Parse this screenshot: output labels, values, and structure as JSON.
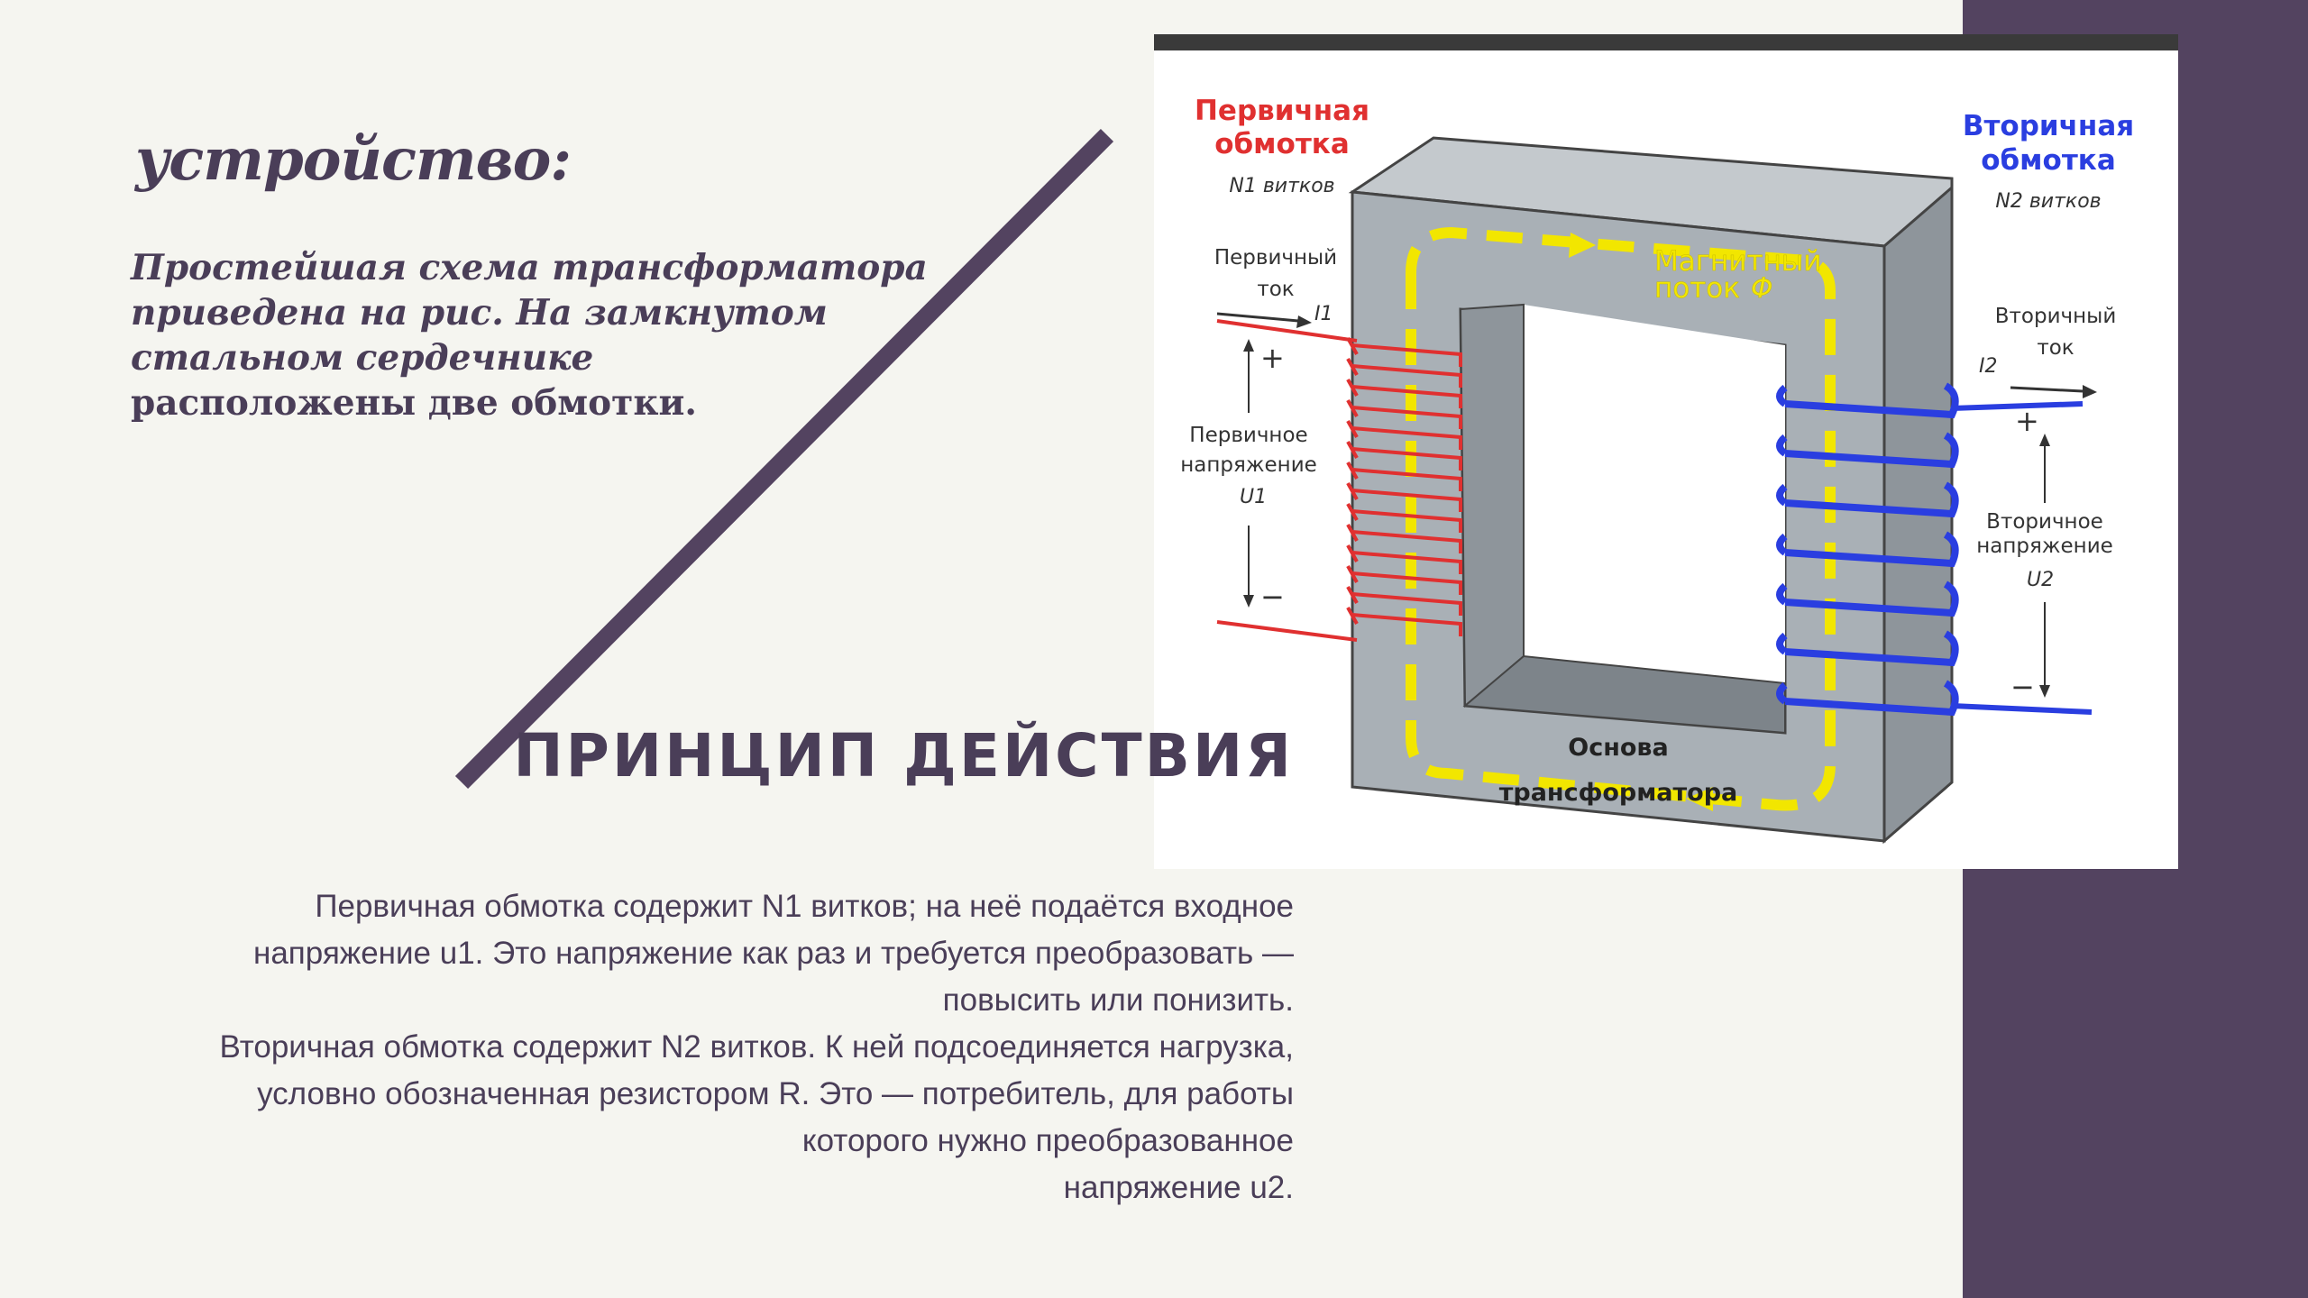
{
  "slide": {
    "device_heading": "устройство:",
    "intro_lines": [
      "Простейшая схема трансформатора",
      "приведена на рис.  На замкнутом",
      "стальном сердечнике",
      "расположены две обмотки."
    ],
    "principle_title": "ПРИНЦИП ДЕЙСТВИЯ",
    "paragraph_1": [
      "Первичная обмотка содержит N1 витков; на неё подаётся входное",
      "напряжение u1. Это напряжение как раз и требуется преобразовать —",
      "повысить или понизить."
    ],
    "paragraph_2": [
      "Вторичная обмотка содержит N2 витков. К ней подсоединяется нагрузка,",
      "условно обозначенная резистором R. Это — потребитель, для работы",
      "которого нужно преобразованное",
      "напряжение u2."
    ]
  },
  "figure": {
    "primary_winding": [
      "Первичная",
      "обмотка"
    ],
    "primary_turns": "N1 витков",
    "secondary_winding": [
      "Вторичная",
      "обмотка"
    ],
    "secondary_turns": "N2 витков",
    "primary_current": [
      "Первичный",
      "ток"
    ],
    "primary_current_symbol": "I1",
    "secondary_current": [
      "Вторичный",
      "ток"
    ],
    "secondary_current_symbol": "I2",
    "primary_voltage": [
      "Первичное",
      "напряжение"
    ],
    "primary_voltage_symbol": "U1",
    "secondary_voltage": [
      "Вторичное",
      "напряжение"
    ],
    "secondary_voltage_symbol": "U2",
    "magnetic_flux": [
      "Магнитный",
      "поток"
    ],
    "flux_symbol": "Φ",
    "core": [
      "Основа",
      "трансформатора"
    ],
    "plus": "+",
    "minus": "−",
    "colors": {
      "primary": "#e03030",
      "secondary": "#2a3ee0",
      "flux": "#f2e600",
      "core_front": "#a9b0b6",
      "core_side": "#8e959b",
      "core_top": "#c4c9cd",
      "accent": "#534360"
    }
  }
}
